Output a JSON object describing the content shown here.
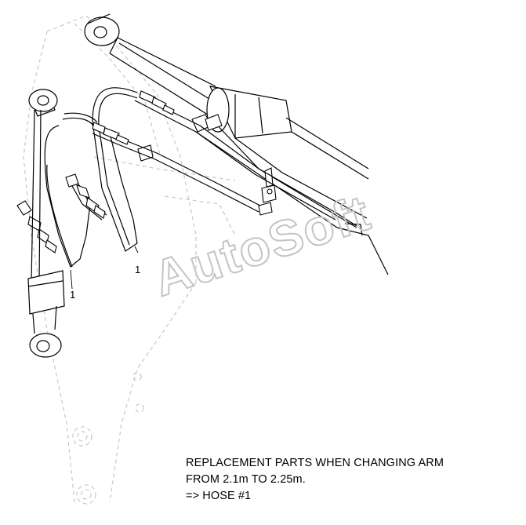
{
  "callouts": [
    "1",
    "1"
  ],
  "watermark": "AutoSoft",
  "note": {
    "line1": "REPLACEMENT PARTS WHEN CHANGING ARM",
    "line2": "FROM 2.1m TO 2.25m.",
    "line3": "=> HOSE #1"
  },
  "colors": {
    "ink": "#000000",
    "faint": "#c8c8c8",
    "watermark": "#c4c4c4"
  }
}
